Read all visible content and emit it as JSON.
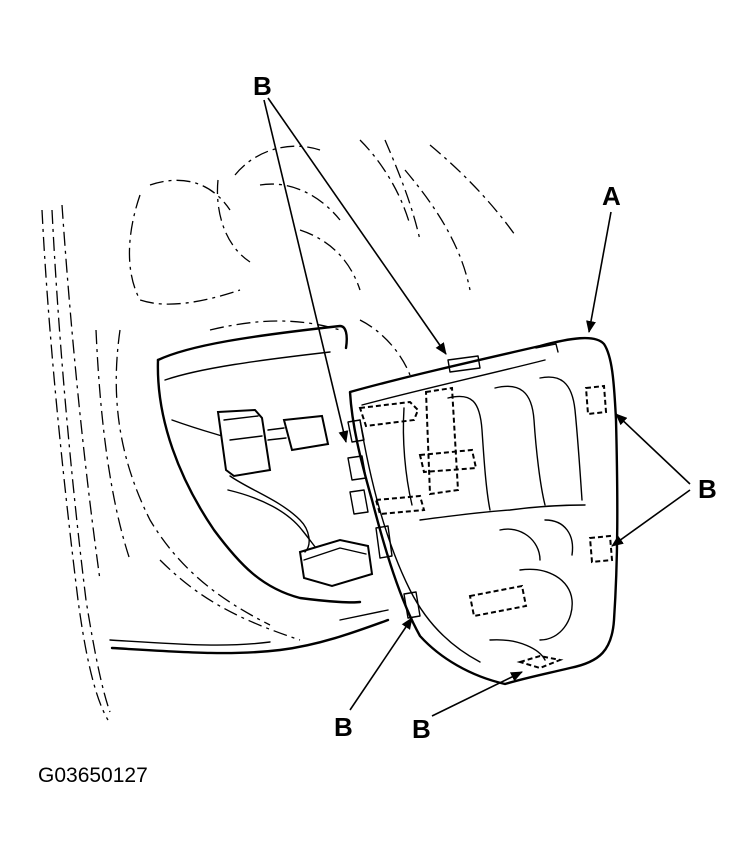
{
  "callouts": {
    "b_top": "B",
    "a_panel": "A",
    "b_right": "B",
    "b_bottom_left": "B",
    "b_bottom_right": "B"
  },
  "figure_id": "G03650127"
}
